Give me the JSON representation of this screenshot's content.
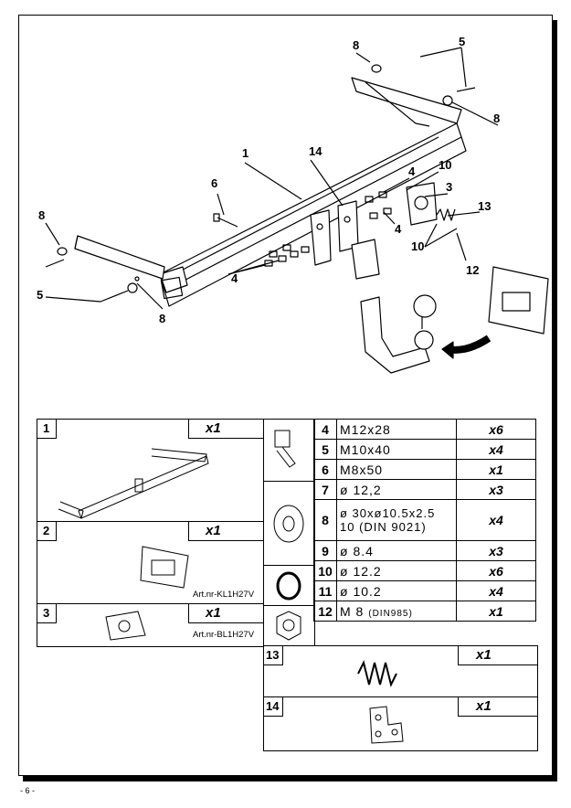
{
  "diagram": {
    "callouts": [
      "8",
      "5",
      "8",
      "1",
      "14",
      "4",
      "10",
      "3",
      "13",
      "6",
      "4",
      "8",
      "4",
      "10",
      "12",
      "5",
      "8"
    ]
  },
  "table": {
    "left": [
      {
        "num": "1",
        "qty": "x1"
      },
      {
        "num": "2",
        "qty": "x1",
        "art": "Art.nr-KL1H27V"
      },
      {
        "num": "3",
        "qty": "x1",
        "art": "Art.nr-BL1H27V"
      }
    ],
    "bolts": [
      {
        "num": "4",
        "spec": "M12x28",
        "qty": "x6"
      },
      {
        "num": "5",
        "spec": "M10x40",
        "qty": "x4"
      },
      {
        "num": "6",
        "spec": "M8x50",
        "qty": "x1"
      }
    ],
    "washers": [
      {
        "num": "7",
        "spec": "ø 12,2",
        "qty": "x3"
      },
      {
        "num": "8",
        "spec": "ø 30xø10.5x2.5",
        "spec2": "10  (DIN 9021)",
        "qty": "x4"
      },
      {
        "num": "9",
        "spec": "ø 8.4",
        "qty": "x3"
      }
    ],
    "springs": [
      {
        "num": "10",
        "spec": "ø 12.2",
        "qty": "x6"
      },
      {
        "num": "11",
        "spec": "ø 10.2",
        "qty": "x4"
      }
    ],
    "nut": {
      "num": "12",
      "spec": "M 8",
      "spec_small": "(DIN985)",
      "qty": "x1"
    },
    "spring_part": {
      "num": "13",
      "qty": "x1"
    },
    "bracket_part": {
      "num": "14",
      "qty": "x1"
    }
  },
  "footer": "- 6 -"
}
